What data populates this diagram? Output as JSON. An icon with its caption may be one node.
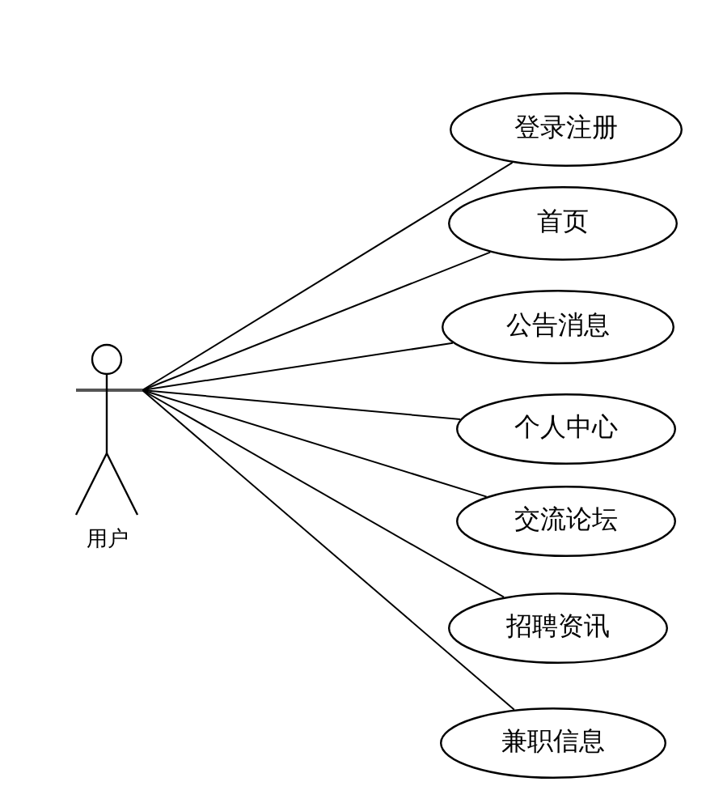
{
  "diagram": {
    "nodes": [
      {
        "text": [],
        "shape": "person",
        "beside": [
          "用户"
        ]
      },
      {
        "text": [
          "登录注册"
        ]
      },
      {
        "text": [
          "首页"
        ]
      },
      {
        "text": [
          "公告消息"
        ]
      },
      {
        "text": [
          "个人中心"
        ]
      },
      {
        "text": [
          "交流论坛"
        ]
      },
      {
        "text": [
          "招聘资讯"
        ]
      },
      {
        "text": [
          "兼职信息"
        ]
      }
    ],
    "edges": [
      {
        "from": 0,
        "to": 1,
        "arrow": "none"
      },
      {
        "from": 0,
        "to": 2,
        "arrow": "none"
      },
      {
        "from": 0,
        "to": 3,
        "arrow": "none"
      },
      {
        "from": 0,
        "to": 4,
        "arrow": "none"
      },
      {
        "from": 0,
        "to": 5,
        "arrow": "none"
      },
      {
        "from": 0,
        "to": 6,
        "arrow": "none"
      },
      {
        "from": 0,
        "to": 7,
        "arrow": "none"
      }
    ]
  }
}
